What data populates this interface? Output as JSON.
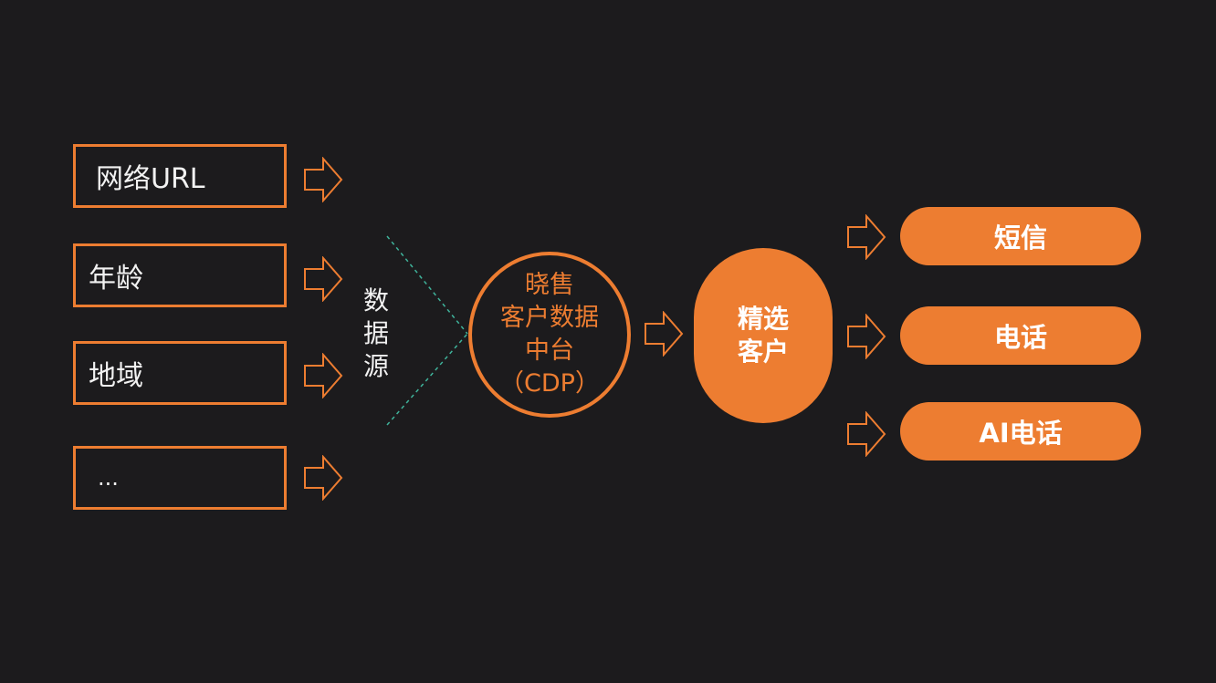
{
  "sources": [
    {
      "label": "网络URL"
    },
    {
      "label": "年龄"
    },
    {
      "label": "地域"
    },
    {
      "label": "..."
    }
  ],
  "data_source_label": [
    "数",
    "据",
    "源"
  ],
  "cdp": {
    "lines": [
      "晓售",
      "客户数据",
      "中台",
      "（CDP）"
    ]
  },
  "selected_customers": {
    "lines": [
      "精选",
      "客户"
    ]
  },
  "channels": [
    {
      "label": "短信"
    },
    {
      "label": "电话"
    },
    {
      "label": "AI电话"
    }
  ],
  "colors": {
    "accent": "#ed7d31",
    "background": "#1c1b1d",
    "guide_line": "#3fb39b"
  }
}
